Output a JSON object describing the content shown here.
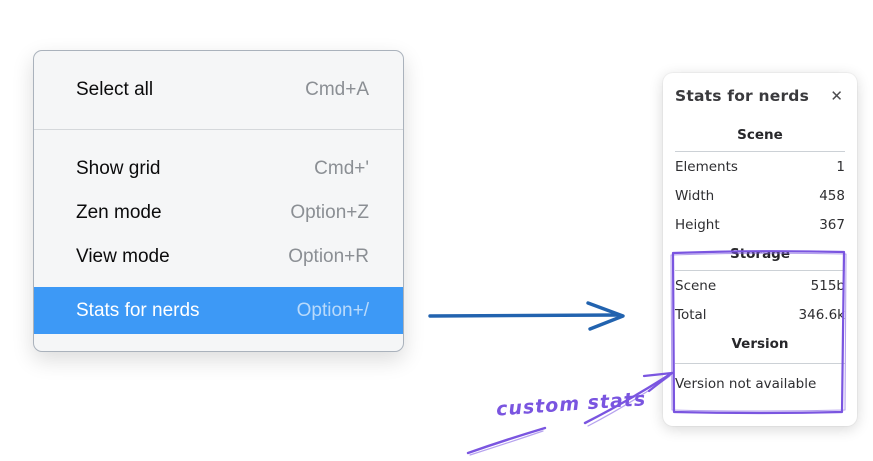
{
  "menu": {
    "items": [
      {
        "label": "Select all",
        "shortcut": "Cmd+A",
        "selected": false
      },
      {
        "label": "Show grid",
        "shortcut": "Cmd+'",
        "selected": false
      },
      {
        "label": "Zen mode",
        "shortcut": "Option+Z",
        "selected": false
      },
      {
        "label": "View mode",
        "shortcut": "Option+R",
        "selected": false
      },
      {
        "label": "Stats for nerds",
        "shortcut": "Option+/",
        "selected": true
      }
    ]
  },
  "stats_panel": {
    "title": "Stats for nerds",
    "close_icon": "✕",
    "sections": [
      {
        "heading": "Scene",
        "rows": [
          [
            "Elements",
            "1"
          ],
          [
            "Width",
            "458"
          ],
          [
            "Height",
            "367"
          ]
        ]
      },
      {
        "heading": "Storage",
        "rows": [
          [
            "Scene",
            "515b"
          ],
          [
            "Total",
            "346.6k"
          ]
        ]
      },
      {
        "heading": "Version",
        "rows": [],
        "note": "Version not available"
      }
    ]
  },
  "annotation": {
    "label": "custom stats"
  },
  "colors": {
    "menu_highlight": "#3d99f6",
    "arrow_blue": "#2263af",
    "annotation_purple": "#7a55e0",
    "shortcut_gray": "#8b8f94"
  }
}
